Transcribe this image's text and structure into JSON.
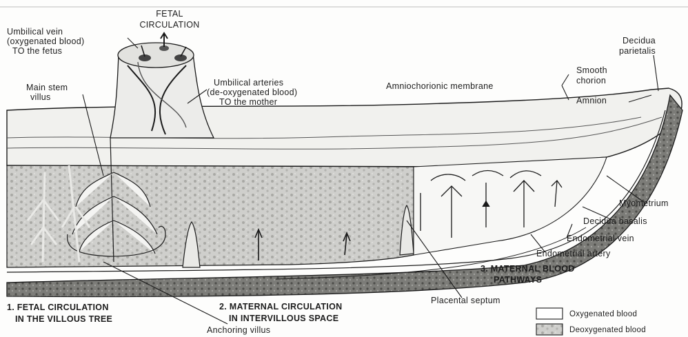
{
  "title": {
    "line1": "FETAL",
    "line2": "CIRCULATION"
  },
  "labels": {
    "umbilical_vein_1": "Umbilical vein",
    "umbilical_vein_2": "(oxygenated blood)",
    "umbilical_vein_3": "TO the fetus",
    "umbilical_arteries_1": "Umbilical arteries",
    "umbilical_arteries_2": "(de-oxygenated blood)",
    "umbilical_arteries_3": "TO the mother",
    "main_stem_1": "Main stem",
    "main_stem_2": "villus",
    "amniochorionic": "Amniochorionic membrane",
    "smooth_chorion_1": "Smooth",
    "smooth_chorion_2": "chorion",
    "amnion": "Amnion",
    "decidua_parietalis_1": "Decidua",
    "decidua_parietalis_2": "parietalis",
    "myometrium": "Myometrium",
    "decidua_basalis": "Decidua basalis",
    "endometrial_vein": "Endometrial vein",
    "endometrial_artery": "Endometrial artery",
    "placental_septum": "Placental septum",
    "anchoring_villus": "Anchoring villus"
  },
  "sections": {
    "fetal_1": "1. FETAL CIRCULATION",
    "fetal_2": "IN THE VILLOUS TREE",
    "maternal_1": "2. MATERNAL CIRCULATION",
    "maternal_2": "IN INTERVILLOUS SPACE",
    "pathways_1": "3. MATERNAL BLOOD",
    "pathways_2": "PATHWAYS"
  },
  "legend": {
    "oxygenated": "Oxygenated blood",
    "deoxygenated": "Deoxygenated blood"
  },
  "colors": {
    "ink": "#1a1a1a",
    "light_fill": "#f4f4f2",
    "mottled_fill": "#b9b9b6",
    "dark_fill": "#6f6f6b"
  }
}
